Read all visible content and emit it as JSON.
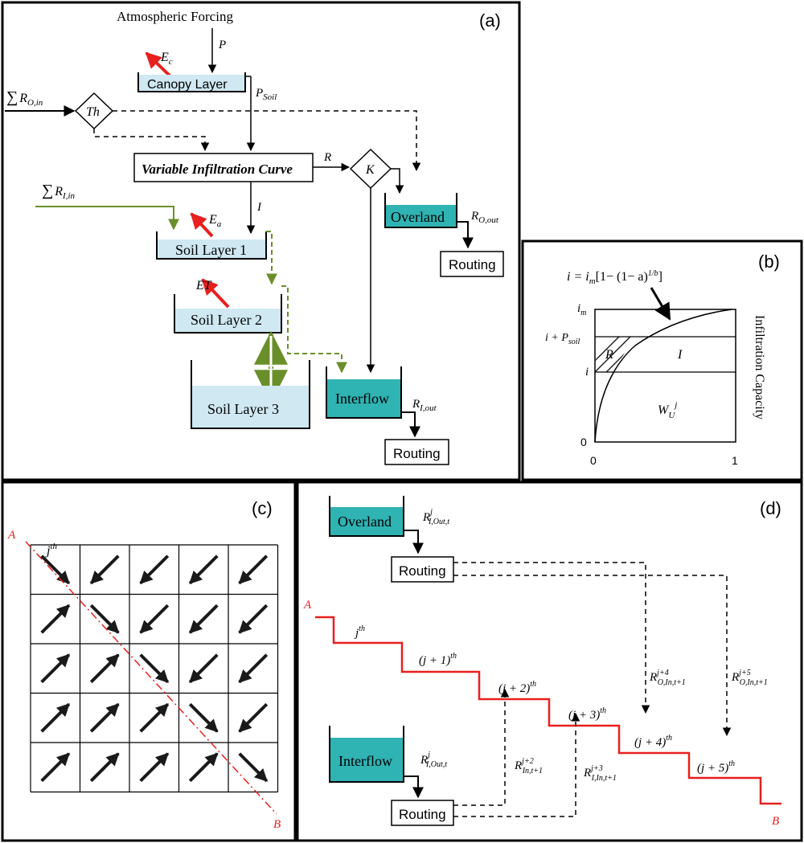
{
  "panel_a": {
    "letter": "(a)",
    "atmospheric_forcing": "Atmospheric Forcing",
    "p_label": "P",
    "ec_label": "E",
    "ec_sub": "c",
    "canopy_layer": "Canopy Layer",
    "psoil_label": "P",
    "psoil_sub": "Soil",
    "sum_ro_in_sigma": "∑",
    "sum_ro_in": "R",
    "sum_ro_in_sub": "O,in",
    "th_label": "Th",
    "vic_label": "Variable Infiltration Curve",
    "r_label": "R",
    "k_label": "K",
    "sum_ri_in_sigma": "∑",
    "sum_ri_in": "R",
    "sum_ri_in_sub": "I,in",
    "i_label": "I",
    "ea_label": "E",
    "ea_sub": "a",
    "soil_layer_1": "Soil Layer 1",
    "et_label": "ET",
    "soil_layer_2": "Soil Layer 2",
    "soil_layer_3": "Soil Layer 3",
    "overland": "Overland",
    "ro_out": "R",
    "ro_out_sub": "O,out",
    "routing_overland": "Routing",
    "interflow": "Interflow",
    "ri_out": "R",
    "ri_out_sub": "I,out",
    "routing_interflow": "Routing"
  },
  "panel_b": {
    "letter": "(b)",
    "equation_lhs": "i = i",
    "equation_m": "m",
    "equation_rest": "[1− (1− a)",
    "equation_exp": "1/b",
    "equation_close": "]",
    "im_label": "i",
    "im_sub": "m",
    "i_psoil": "i + P",
    "i_psoil_sub": "soil",
    "i_label": "i",
    "zero_y": "0",
    "zero_x": "0",
    "one_x": "1",
    "r_label": "R",
    "i_region": "I",
    "wu_label": "W",
    "wu_sub": "U",
    "wu_sup": "j",
    "y_title": "Infiltration Capacity"
  },
  "panel_c": {
    "letter": "(c)",
    "a_label": "A",
    "b_label": "B",
    "jth": "j",
    "jth_sup": "th",
    "grid_directions": [
      [
        "se",
        "sw",
        "sw",
        "sw",
        "sw"
      ],
      [
        "ne",
        "se",
        "sw",
        "sw",
        "sw"
      ],
      [
        "ne",
        "ne",
        "se",
        "sw",
        "sw"
      ],
      [
        "ne",
        "ne",
        "ne",
        "se",
        "sw"
      ],
      [
        "ne",
        "ne",
        "ne",
        "ne",
        "se"
      ]
    ]
  },
  "panel_d": {
    "letter": "(d)",
    "overland": "Overland",
    "r_io_top": "R",
    "r_io_top_sup": "j",
    "r_io_top_sub": "I,Out,t",
    "routing_top": "Routing",
    "a_label": "A",
    "b_label": "B",
    "step_labels": [
      {
        "main": "j",
        "sup": "th"
      },
      {
        "main": "(j + 1)",
        "sup": "th"
      },
      {
        "main": "(j + 2)",
        "sup": "th"
      },
      {
        "main": "(j + 3)",
        "sup": "th"
      },
      {
        "main": "(j + 4)",
        "sup": "th"
      },
      {
        "main": "(j + 5)",
        "sup": "th"
      }
    ],
    "ro_j4": "R",
    "ro_j4_sup": "j+4",
    "ro_j4_sub": "O,In,t+1",
    "ro_j5": "R",
    "ro_j5_sup": "j+5",
    "ro_j5_sub": "O,In,t+1",
    "interflow": "Interflow",
    "r_io_bot": "R",
    "r_io_bot_sup": "j",
    "r_io_bot_sub": "I,Out,t",
    "routing_bottom": "Routing",
    "ri_j2": "R",
    "ri_j2_sup": "j+2",
    "ri_j2_sub": "In,t+1",
    "ri_j3": "R",
    "ri_j3_sup": "j+3",
    "ri_j3_sub": "I,In,t+1"
  },
  "colors": {
    "border": "#000000",
    "light_water": "#cfe8f1",
    "teal_water": "#2fb3b3",
    "red": "#e8201e",
    "green": "#6a8f2a",
    "step_red": "#e8201e"
  }
}
